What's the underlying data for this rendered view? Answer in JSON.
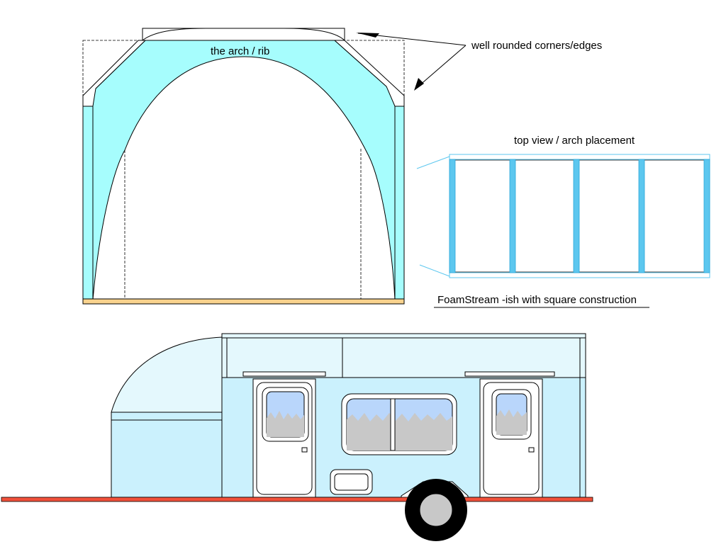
{
  "labels": {
    "arch_rib": "the arch / rib",
    "rounded_corners": "well rounded corners/edges",
    "top_view": "top view / arch placement",
    "construction_note": "FoamStream -ish with square construction"
  },
  "colors": {
    "arch_fill": "#a6fdfd",
    "camper_body": "#cbf1fd",
    "camper_nose": "#e4f8fd",
    "window_glass": "#b9d6fb",
    "window_shade": "#c8c8c8",
    "base_board": "#f9d38e",
    "ground_line": "#f0503a",
    "top_view_rib": "#5cc7ef",
    "outline": "#000000"
  }
}
